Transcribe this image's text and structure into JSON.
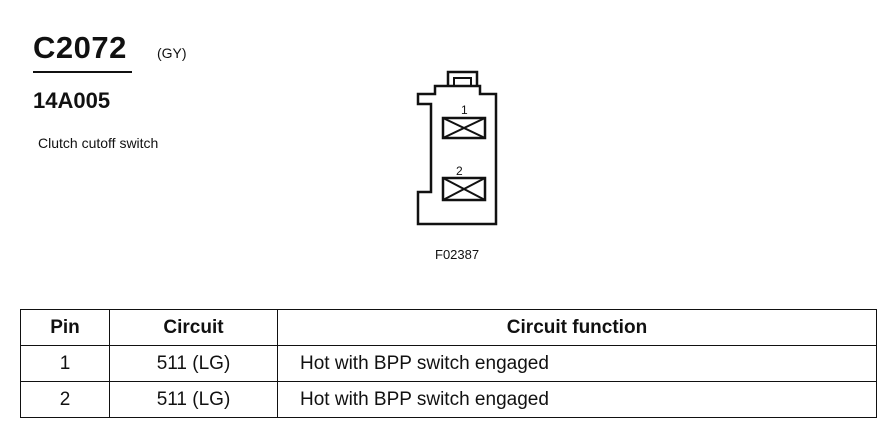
{
  "header": {
    "connector_id": "C2072",
    "connector_color": "(GY)",
    "part_number": "14A005",
    "component_name": "Clutch cutoff switch"
  },
  "figure": {
    "pin_labels": [
      "1",
      "2"
    ],
    "figure_id": "F02387"
  },
  "table": {
    "headers": [
      "Pin",
      "Circuit",
      "Circuit function"
    ],
    "rows": [
      {
        "pin": "1",
        "circuit": "511 (LG)",
        "function": "Hot with BPP switch engaged"
      },
      {
        "pin": "2",
        "circuit": "511 (LG)",
        "function": "Hot with BPP switch engaged"
      }
    ]
  }
}
